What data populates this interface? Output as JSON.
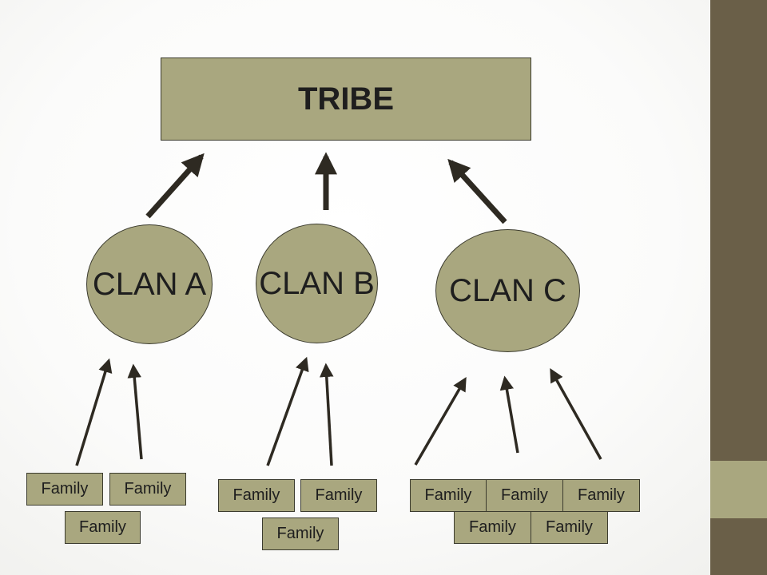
{
  "tribe": {
    "label": "TRIBE"
  },
  "clans": [
    {
      "label": "CLAN A"
    },
    {
      "label": "CLAN B"
    },
    {
      "label": "CLAN C"
    }
  ],
  "families": [
    "Family",
    "Family",
    "Family",
    "Family",
    "Family",
    "Family",
    "Family",
    "Family",
    "Family",
    "Family",
    "Family"
  ],
  "colors": {
    "node_fill": "#a9a77f",
    "arrow": "#2e2a22",
    "sidebar": "#6a5f48",
    "sidebar_band": "#a9a77f"
  }
}
